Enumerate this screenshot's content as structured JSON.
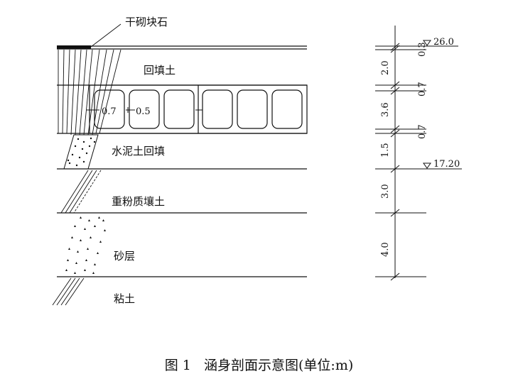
{
  "labels": {
    "stone": "干砌块石",
    "backfill": "回填土",
    "cement_backfill": "水泥土回填",
    "silty_loam": "重粉质壤土",
    "sand": "砂层",
    "clay": "粘土"
  },
  "culvert_dims": {
    "wall": "0.7",
    "slab": "0.5"
  },
  "elevations": {
    "top": "26.0",
    "bottom": "17.20"
  },
  "dimensions": [
    "0.3",
    "2.0",
    "0.7",
    "3.6",
    "0.7",
    "1.5",
    "3.0",
    "4.0"
  ],
  "caption": {
    "number": "图 1",
    "title": "涵身剖面示意图(单位:m)"
  }
}
